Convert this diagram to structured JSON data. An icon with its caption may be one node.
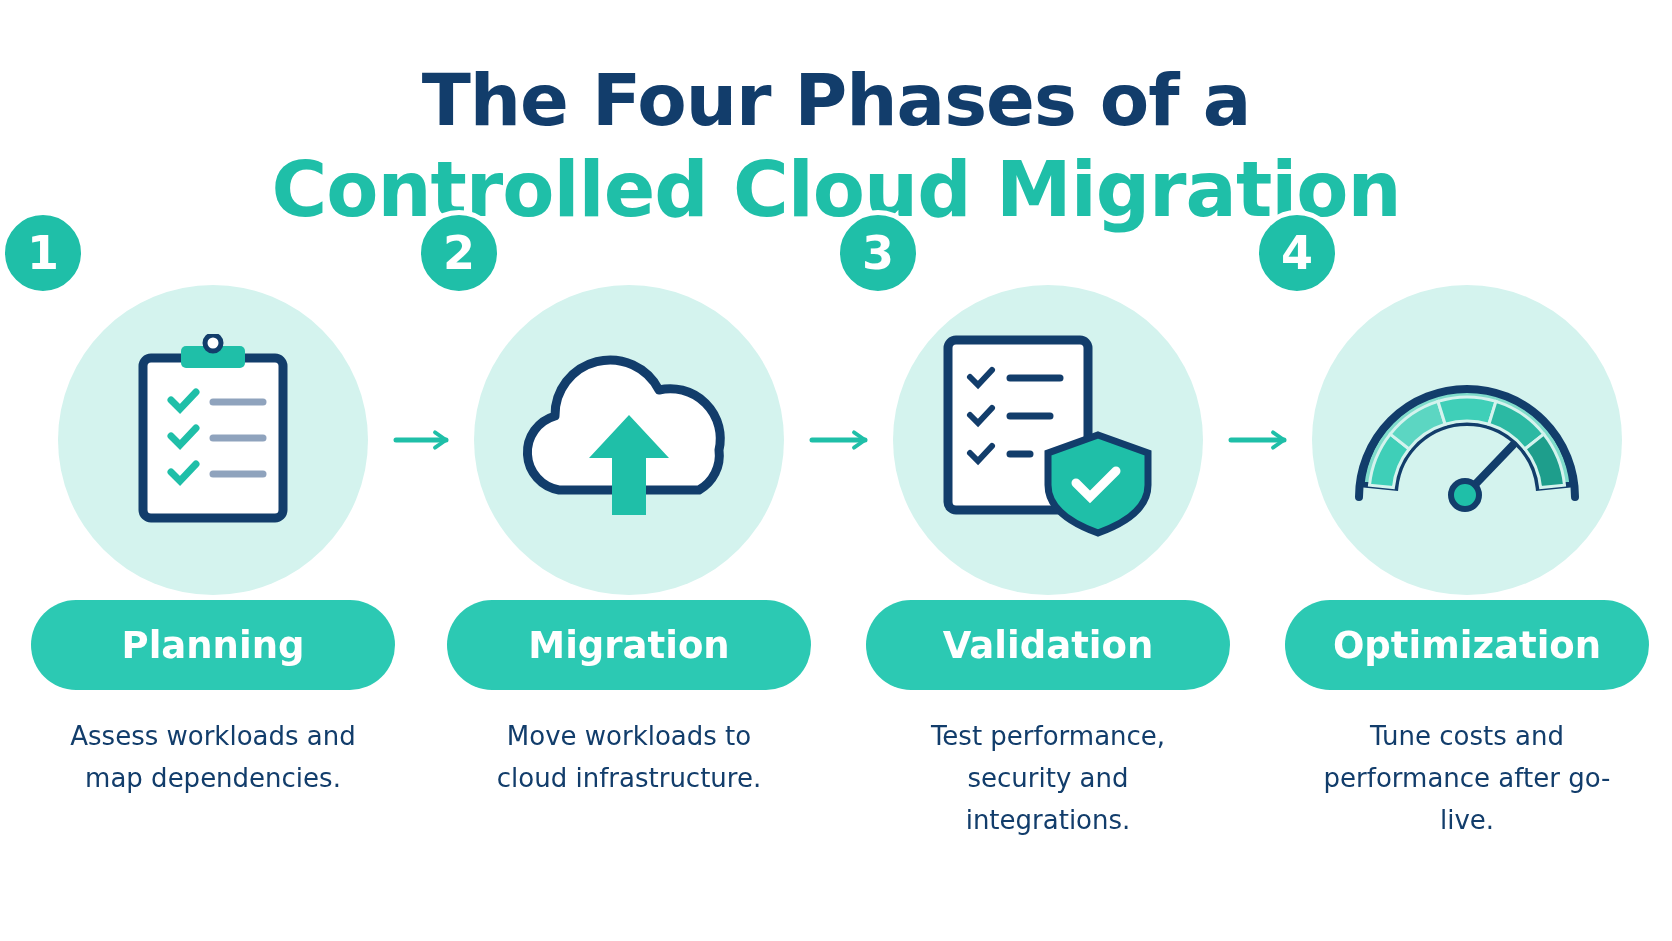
{
  "diagram": {
    "title": "The Four Phases of a",
    "nodes": [
      {
        "text": [
          "1"
        ]
      },
      {
        "text": [
          "Planning"
        ],
        "beside": [
          "Assess workloads and map dependencies."
        ]
      },
      {
        "text": [
          "2"
        ]
      },
      {
        "text": [
          "Migration"
        ],
        "beside": [
          "Move workloads to cloud infrastructure."
        ]
      },
      {
        "text": [
          "3"
        ]
      },
      {
        "text": [
          "Validation"
        ],
        "beside": [
          "Test performance, security and integrations."
        ]
      },
      {
        "text": [
          "4"
        ]
      },
      {
        "text": [
          "Optimization"
        ],
        "beside": [
          "Tune costs and performance after go-live."
        ]
      }
    ],
    "edges": [
      {
        "from": 0,
        "to": 2,
        "arrow": "to"
      },
      {
        "from": 2,
        "to": 4,
        "arrow": "to"
      },
      {
        "from": 4,
        "to": 6,
        "arrow": "to"
      }
    ],
    "labels": [
      "Controlled Cloud Migration"
    ]
  }
}
